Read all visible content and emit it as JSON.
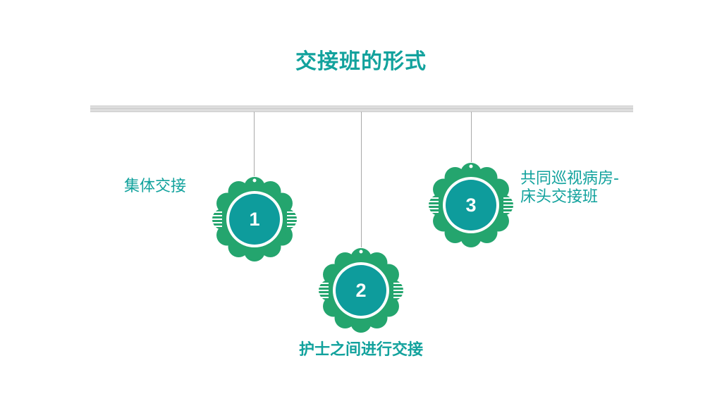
{
  "title": "交接班的形式",
  "items": [
    {
      "number": "1",
      "label": "集体交接"
    },
    {
      "number": "2",
      "label": "护士之间进行交接"
    },
    {
      "number": "3",
      "label_line1": "共同巡视病房-",
      "label_line2": "床头交接班"
    }
  ],
  "colors": {
    "title": "#12a29d",
    "outer_flower": "#24a56e",
    "inner_circle": "#0e9c9c",
    "rail": "#b0b0b0"
  }
}
